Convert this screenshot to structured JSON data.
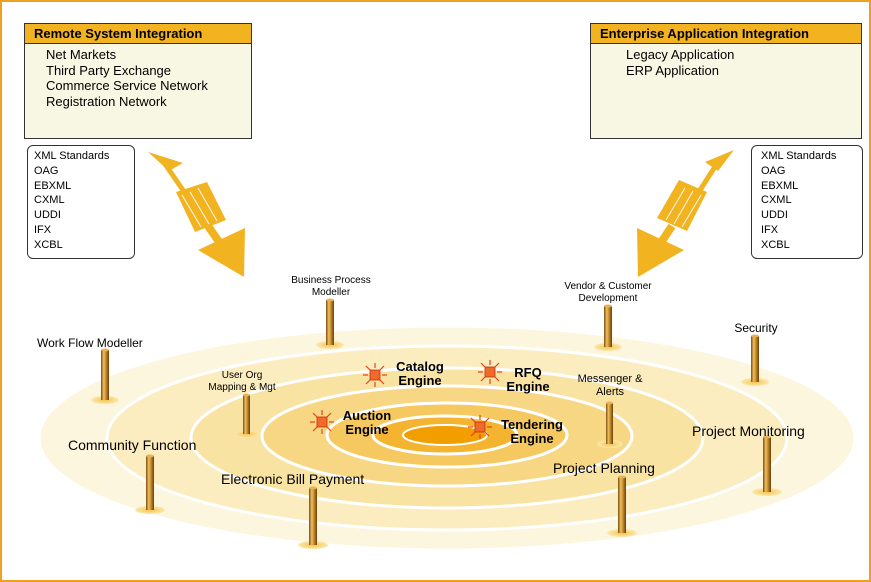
{
  "remote": {
    "title": "Remote System Integration",
    "items": [
      "Net Markets",
      "Third Party Exchange",
      "Commerce Service Network",
      "Registration Network"
    ]
  },
  "enterprise": {
    "title": "Enterprise Application Integration",
    "items": [
      "Legacy Application",
      "ERP Application"
    ]
  },
  "standards_left": [
    "XML Standards",
    "OAG",
    "EBXML",
    "CXML",
    "UDDI",
    "IFX",
    "XCBL"
  ],
  "standards_right": [
    "XML Standards",
    "OAG",
    "EBXML",
    "CXML",
    "UDDI",
    "IFX",
    "XCBL"
  ],
  "modules": {
    "bpm_line1": "Business Process",
    "bpm_line2": "Modeller",
    "vcd_line1": "Vendor & Customer",
    "vcd_line2": "Development",
    "security": "Security",
    "workflow": "Work Flow Modeller",
    "userorg_line1": "User Org",
    "userorg_line2": "Mapping & Mgt",
    "messenger_line1": "Messenger &",
    "messenger_line2": "Alerts",
    "community": "Community Function",
    "project_monitoring": "Project Monitoring",
    "ebill": "Electronic Bill Payment",
    "project_planning": "Project Planning"
  },
  "engines": {
    "catalog_line1": "Catalog",
    "catalog_line2": "Engine",
    "rfq_line1": "RFQ",
    "rfq_line2": "Engine",
    "auction_line1": "Auction",
    "auction_line2": "Engine",
    "tendering_line1": "Tendering",
    "tendering_line2": "Engine"
  },
  "colors": {
    "frame": "#f0a020",
    "accent": "#f2b320",
    "ring_outer": "#fbf0c8",
    "ring_center": "#f29e00",
    "pole": "#c88e2e",
    "star": "#e8431a"
  }
}
